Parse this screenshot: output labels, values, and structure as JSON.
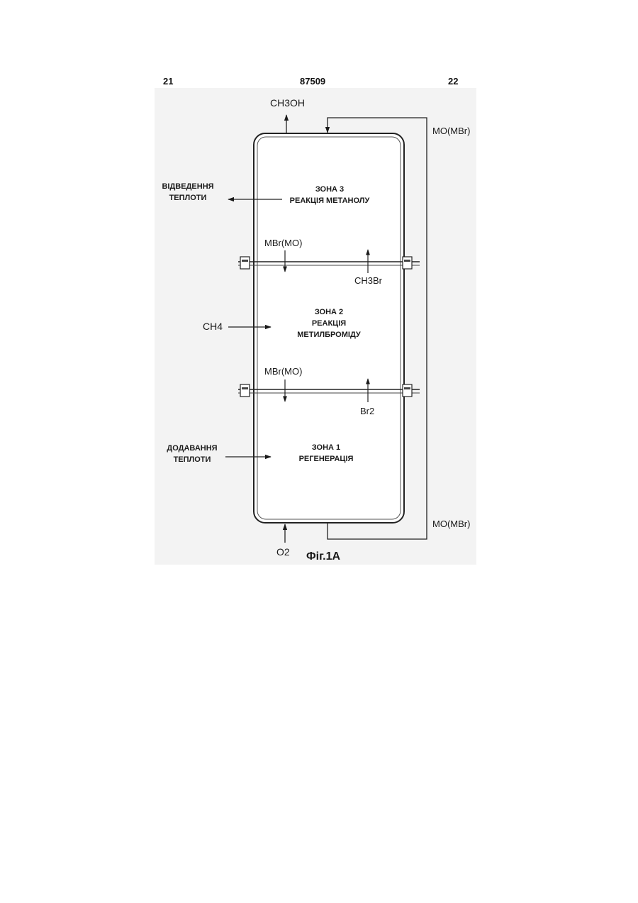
{
  "header": {
    "page_left": "21",
    "patent_number": "87509",
    "page_right": "22"
  },
  "diagram": {
    "top_output": "CH3OH",
    "recirc_top": "MO(MBr)",
    "recirc_bottom": "MO(MBr)",
    "zone3": {
      "line1": "ЗОНА 3",
      "line2": "РЕАКЦІЯ МЕТАНОЛУ",
      "side_line1": "ВІДВЕДЕННЯ",
      "side_line2": "ТЕПЛОТИ"
    },
    "interface_upper": {
      "down_label": "MBr(MO)",
      "up_label": "CH3Br"
    },
    "zone2": {
      "line1": "ЗОНА 2",
      "line2": "РЕАКЦІЯ",
      "line3": "МЕТИЛБРОМІДУ",
      "side_input": "CH4"
    },
    "interface_lower": {
      "down_label": "MBr(MO)",
      "up_label": "Br2"
    },
    "zone1": {
      "line1": "ЗОНА 1",
      "line2": "РЕГЕНЕРАЦІЯ",
      "side_line1": "ДОДАВАННЯ",
      "side_line2": "ТЕПЛОТИ"
    },
    "bottom_input": "O2",
    "caption": "Фіг.1А"
  }
}
